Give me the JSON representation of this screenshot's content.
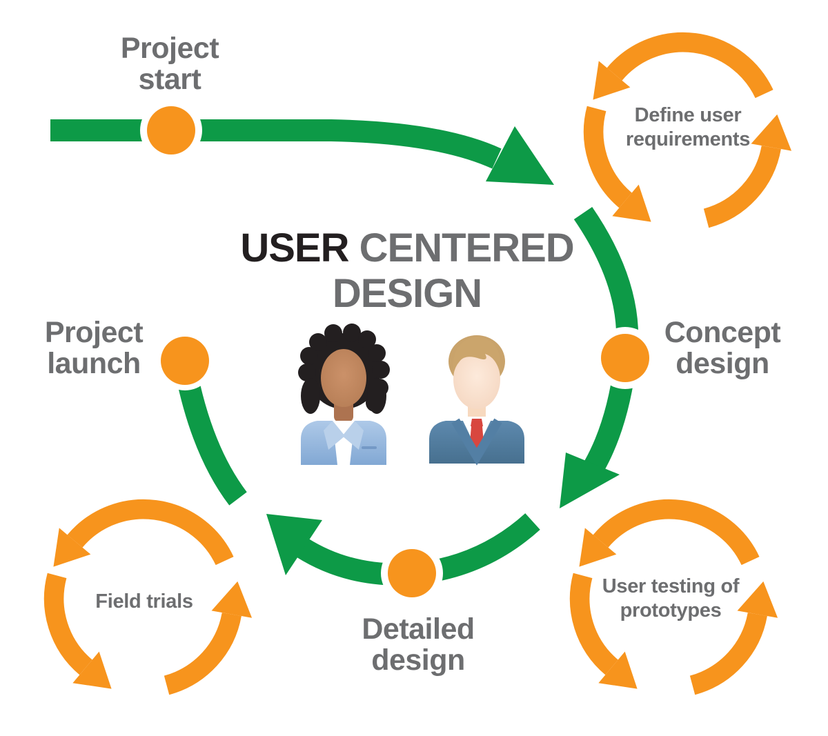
{
  "title": {
    "word1": "USER",
    "word2": "CENTERED",
    "word3": "DESIGN"
  },
  "stage_labels": {
    "project_start": [
      "Project",
      "start"
    ],
    "concept_design": [
      "Concept",
      "design"
    ],
    "detailed_design": [
      "Detailed",
      "design"
    ],
    "project_launch": [
      "Project",
      "launch"
    ]
  },
  "cycle_labels": {
    "define_user_requirements": [
      "Define user",
      "requirements"
    ],
    "user_testing_of_prototypes": [
      "User testing of",
      "prototypes"
    ],
    "field_trials": [
      "Field trials"
    ]
  },
  "icons": {
    "cycle": "circular-arrows-icon",
    "flow": "green-flow-arrow",
    "node": "orange-node-dot",
    "woman": "woman-avatar",
    "man": "man-avatar"
  },
  "colors": {
    "green": "#0d9a47",
    "orange": "#f7941d",
    "label_gray": "#6d6e70",
    "title_black": "#231f20"
  }
}
